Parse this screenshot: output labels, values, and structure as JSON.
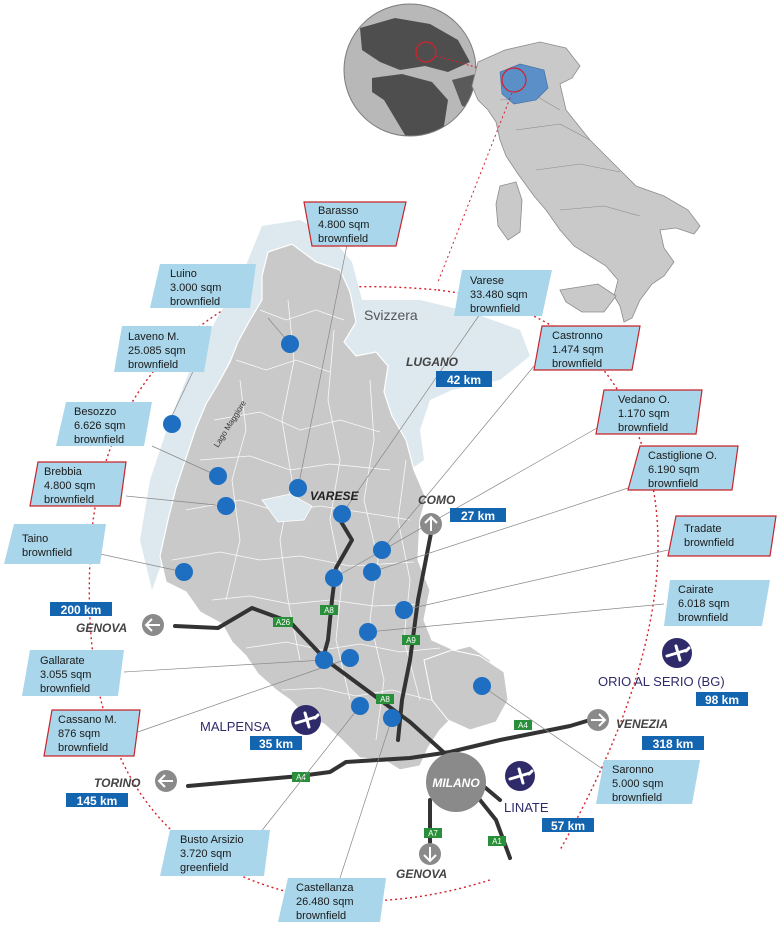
{
  "region": {
    "switzerland_label": "Svizzera",
    "lake_label": "Lago Maggiore",
    "city_label": "VARESE"
  },
  "colors": {
    "land": "#c9c9c9",
    "lake": "#dde9ef",
    "callout_fill": "#a9d6ea",
    "callout_border_red": "#c8242b",
    "site_dot": "#1e6fc1",
    "badge": "#1465b0",
    "airport": "#2f2b6b",
    "highway": "#333333",
    "highway_badge": "#2a8f3a",
    "circle_gray": "#8a8a8a",
    "dotted_ring": "#d6202a"
  },
  "callouts": [
    {
      "id": "barasso",
      "line1": "Barasso",
      "line2": "4.800 sqm",
      "line3": "brownfield",
      "border": "red"
    },
    {
      "id": "luino",
      "line1": "Luino",
      "line2": "3.000 sqm",
      "line3": "brownfield",
      "border": "none"
    },
    {
      "id": "laveno",
      "line1": "Laveno M.",
      "line2": "25.085 sqm",
      "line3": "brownfield",
      "border": "none"
    },
    {
      "id": "besozzo",
      "line1": "Besozzo",
      "line2": "6.626 sqm",
      "line3": "brownfield",
      "border": "none"
    },
    {
      "id": "brebbia",
      "line1": "Brebbia",
      "line2": "4.800 sqm",
      "line3": "brownfield",
      "border": "red"
    },
    {
      "id": "taino",
      "line1": "Taino",
      "line2": "brownfield",
      "line3": "",
      "border": "none"
    },
    {
      "id": "varese",
      "line1": "Varese",
      "line2": "33.480 sqm",
      "line3": "brownfield",
      "border": "none"
    },
    {
      "id": "castronno",
      "line1": "Castronno",
      "line2": "1.474 sqm",
      "line3": "brownfield",
      "border": "red"
    },
    {
      "id": "vedano",
      "line1": "Vedano O.",
      "line2": "1.170 sqm",
      "line3": "brownfield",
      "border": "red"
    },
    {
      "id": "castiglione",
      "line1": "Castiglione O.",
      "line2": "6.190 sqm",
      "line3": "brownfield",
      "border": "red"
    },
    {
      "id": "tradate",
      "line1": "Tradate",
      "line2": "brownfield",
      "line3": "",
      "border": "red"
    },
    {
      "id": "cairate",
      "line1": "Cairate",
      "line2": "6.018 sqm",
      "line3": "brownfield",
      "border": "none"
    },
    {
      "id": "gallarate",
      "line1": "Gallarate",
      "line2": "3.055 sqm",
      "line3": "brownfield",
      "border": "none"
    },
    {
      "id": "cassano",
      "line1": "Cassano M.",
      "line2": "876 sqm",
      "line3": "brownfield",
      "border": "red"
    },
    {
      "id": "saronno",
      "line1": "Saronno",
      "line2": "5.000 sqm",
      "line3": "brownfield",
      "border": "none"
    },
    {
      "id": "busto",
      "line1": "Busto Arsizio",
      "line2": "3.720 sqm",
      "line3": "greenfield",
      "border": "none"
    },
    {
      "id": "castellanza",
      "line1": "Castellanza",
      "line2": "26.480 sqm",
      "line3": "brownfield",
      "border": "none"
    }
  ],
  "destinations": [
    {
      "id": "lugano",
      "name": "LUGANO",
      "distance": "42 km"
    },
    {
      "id": "como",
      "name": "COMO",
      "distance": "27 km"
    },
    {
      "id": "genova_w",
      "name": "GENOVA",
      "distance": "200 km"
    },
    {
      "id": "venezia",
      "name": "VENEZIA",
      "distance": "318 km"
    },
    {
      "id": "torino",
      "name": "TORINO",
      "distance": "145 km"
    },
    {
      "id": "genova_s",
      "name": "GENOVA",
      "distance": ""
    }
  ],
  "airports": [
    {
      "id": "orio",
      "name": "ORIO AL SERIO (BG)",
      "distance": "98 km"
    },
    {
      "id": "malpensa",
      "name": "MALPENSA",
      "distance": "35 km"
    },
    {
      "id": "linate",
      "name": "LINATE",
      "distance": "57 km"
    }
  ],
  "hub": {
    "name": "MILANO"
  },
  "highways": [
    "A26",
    "A8",
    "A9",
    "A8",
    "A4",
    "A4",
    "A7",
    "A1"
  ]
}
